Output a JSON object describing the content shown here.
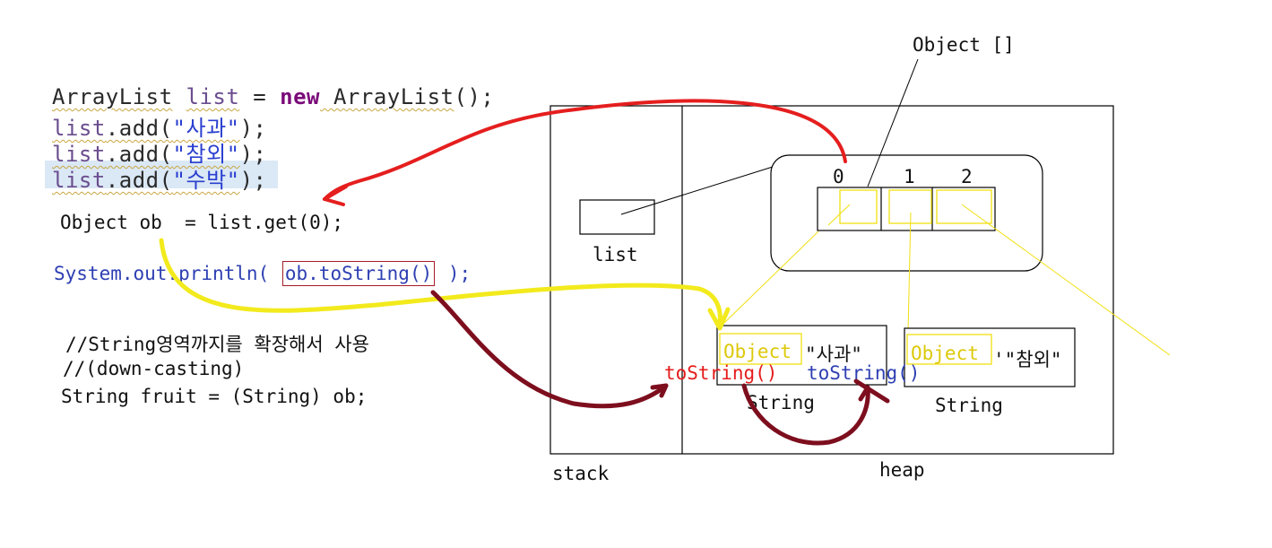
{
  "code": {
    "line1": {
      "type": "ArrayList",
      "var": "list",
      "eq": " = ",
      "kw": "new",
      "ctor": " ArrayList",
      "end": "();"
    },
    "line2": {
      "var": "list",
      "call": ".add(",
      "arg": "\"사과\"",
      "end": ");"
    },
    "line3": {
      "var": "list",
      "call": ".add(",
      "arg": "\"참외\"",
      "end": ");"
    },
    "line4": {
      "var": "list",
      "call": ".add(",
      "arg": "\"수박\"",
      "end": ");"
    },
    "get_line": "Object ob  = list.get(0);",
    "println_prefix": "System.out.println(",
    "println_boxed": "ob.toString()",
    "println_suffix": " );",
    "comment1": "//String영역까지를 확장해서 사용",
    "comment2": "//(down-casting)",
    "cast_line": "String fruit = (String) ob;"
  },
  "diagram": {
    "array_label": "Object []",
    "indices": [
      "0",
      "1",
      "2"
    ],
    "stack_var_label": "list",
    "stack_label": "stack",
    "heap_label": "heap",
    "objects": [
      {
        "inner_label": "Object",
        "value": "\"사과\"",
        "type_label": "String"
      },
      {
        "inner_label": "Object",
        "value": "'\"참외\"",
        "type_label": "String"
      }
    ],
    "method_label_red": "toString()",
    "method_label_blue": "toString()"
  },
  "colors": {
    "red_arrow": "#e51e1e",
    "yellow_arrow": "#f2ea1c",
    "maroon_arrow": "#7d0e1e",
    "highlight_box": "#f0e010",
    "code_box": "#a31c28"
  }
}
